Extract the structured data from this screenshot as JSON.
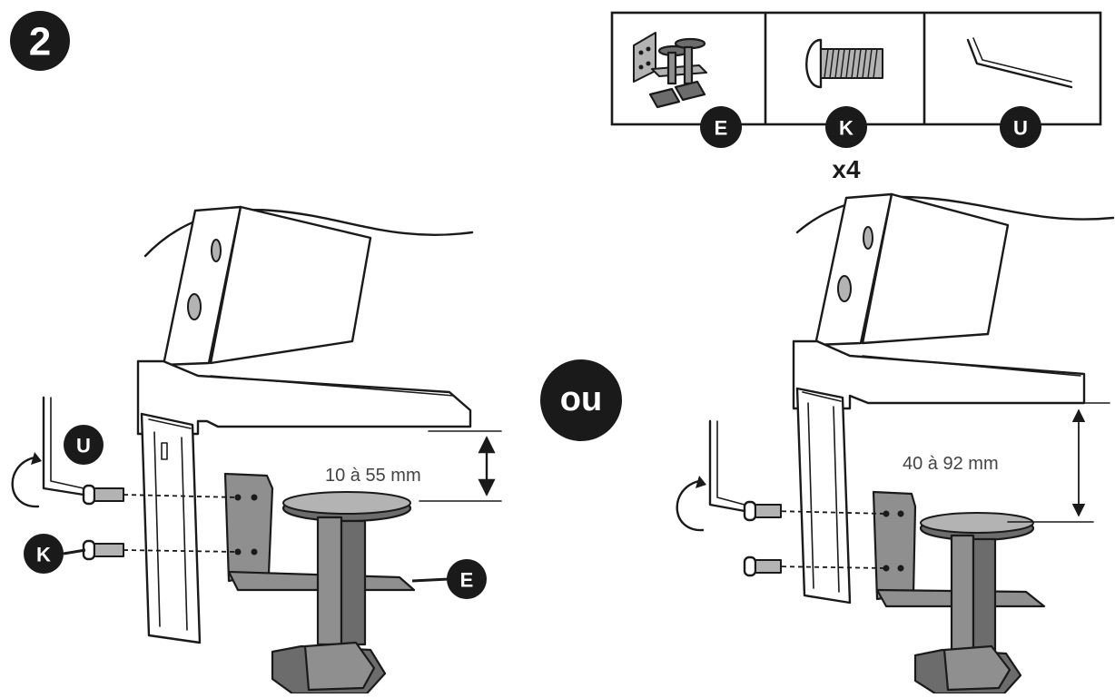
{
  "step": {
    "number": "2"
  },
  "parts_box": {
    "items": [
      {
        "id": "E",
        "icon": "desk-clamp-icon"
      },
      {
        "id": "K",
        "icon": "screw-icon",
        "quantity": "x4"
      },
      {
        "id": "U",
        "icon": "hex-key-icon"
      }
    ]
  },
  "left_figure": {
    "dimension": "10 à 55 mm",
    "labels": {
      "hex_key": "U",
      "screw": "K",
      "clamp": "E"
    }
  },
  "separator": "ou",
  "right_figure": {
    "dimension": "40 à 92 mm"
  },
  "colors": {
    "badge": "#1a1a1a",
    "clamp_fill": "#8f8f8f",
    "line": "#1a1a1a"
  }
}
